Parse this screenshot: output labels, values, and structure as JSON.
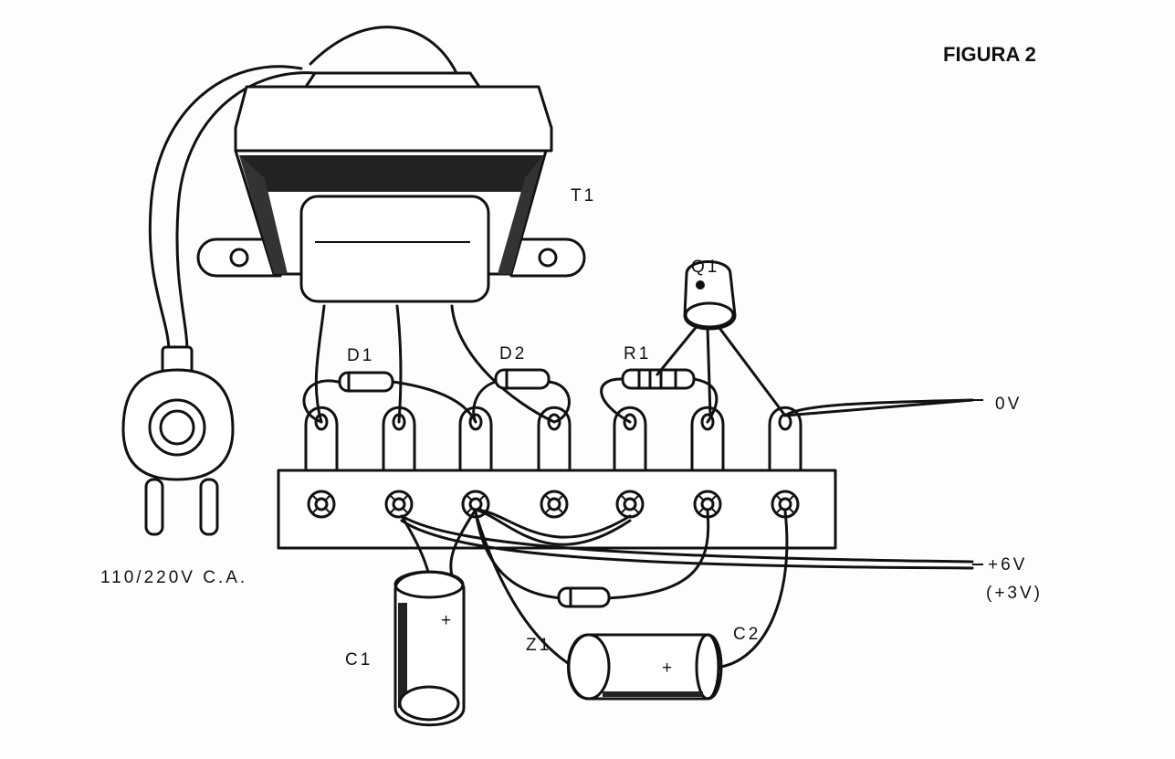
{
  "figure_title": "FIGURA 2",
  "labels": {
    "transformer": "T1",
    "transistor": "Q1",
    "diode1": "D1",
    "diode2": "D2",
    "resistor": "R1",
    "zener": "Z1",
    "cap1": "C1",
    "cap2": "C2",
    "out_0v": "0V",
    "out_pos": "+6V",
    "out_pos_alt": "(+3V)",
    "mains": "110/220V C.A.",
    "cap_plus": "+"
  }
}
